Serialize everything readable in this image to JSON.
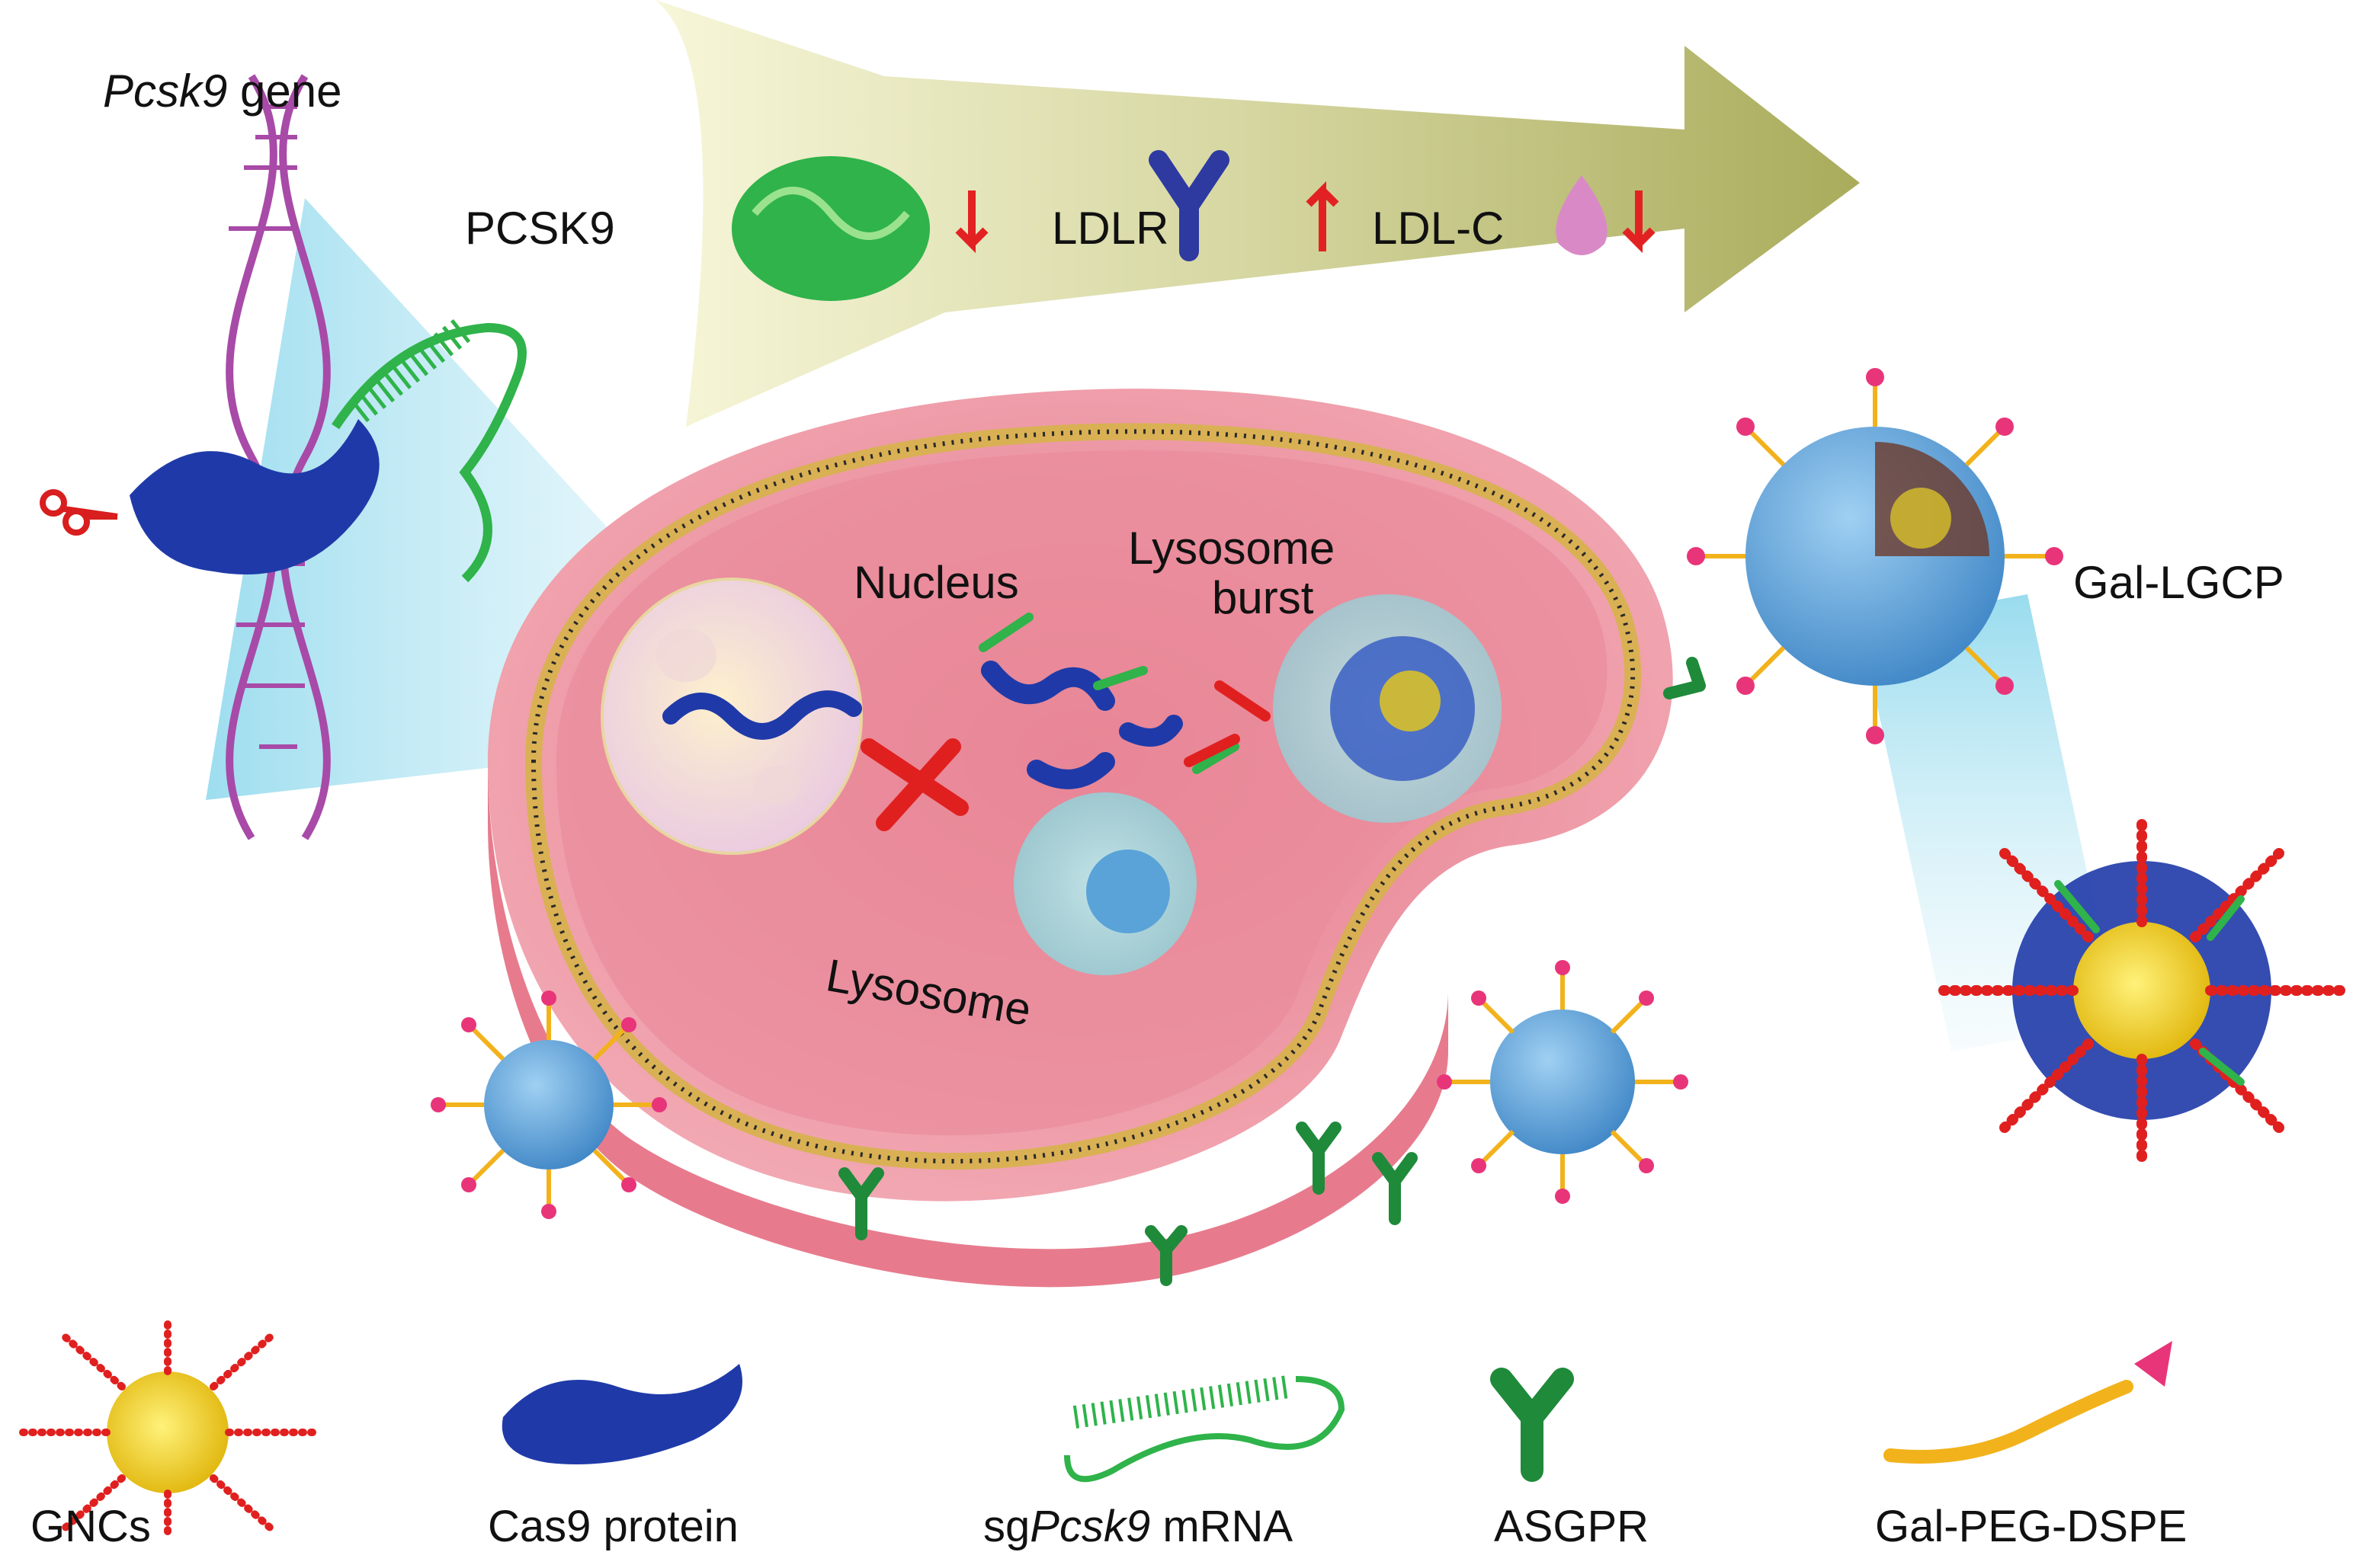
{
  "figure": {
    "gene_label": {
      "italic": "Pcsk9",
      "rest": " gene"
    },
    "pathway": {
      "pcsk9": "PCSK9",
      "ldlr": "LDLR",
      "ldlc": "LDL-C"
    },
    "cell": {
      "nucleus": "Nucleus",
      "lysosome_burst_line1": "Lysosome",
      "lysosome_burst_line2": "burst",
      "lysosome": "Lysosome"
    },
    "nanoparticle_label": "Gal-LGCP",
    "legend": {
      "gncs": "GNCs",
      "cas9": "Cas9 protein",
      "sgrna_prefix": "sg",
      "sgrna_italic": "Pcsk9",
      "sgrna_suffix": " mRNA",
      "asgpr": "ASGPR",
      "gal_peg": "Gal-PEG-DSPE"
    },
    "colors": {
      "arrow": "#9da14e",
      "membrane": "#e88fa0",
      "lipid_band": "#d6b24a",
      "nanoparticle": "#5aa3d9",
      "cas9": "#1f3aa8",
      "sgrna": "#2fb34a",
      "dna": "#a84aa8",
      "gnc_core": "#f2d21b",
      "gnc_spikes": "#e0201f",
      "asgpr": "#1f8a3a",
      "ldlr": "#2e3aa0",
      "ldlc": "#d98ac6",
      "peg": "#f2b21b",
      "gal": "#e8357a",
      "down_arrow": "#e22222"
    }
  }
}
